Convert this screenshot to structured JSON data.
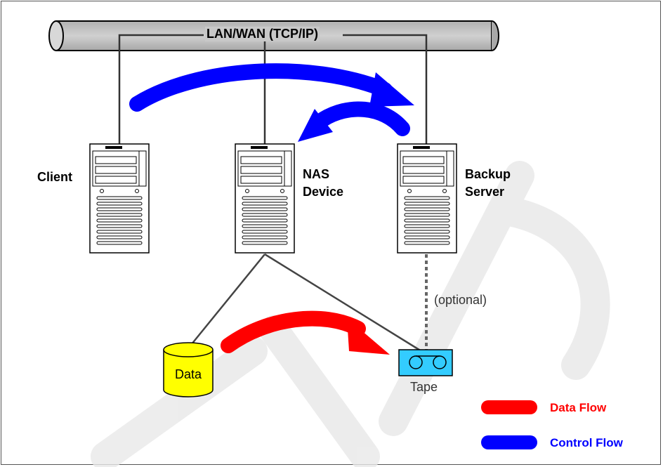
{
  "network": {
    "label": "LAN/WAN (TCP/IP)"
  },
  "nodes": {
    "client": {
      "label": "Client"
    },
    "nas": {
      "label_line1": "NAS",
      "label_line2": "Device"
    },
    "backup": {
      "label_line1": "Backup",
      "label_line2": "Server"
    }
  },
  "storage": {
    "data": {
      "label": "Data"
    },
    "tape": {
      "label": "Tape"
    },
    "optional_link": {
      "label": "(optional)"
    }
  },
  "legend": {
    "data_flow": {
      "label": "Data Flow",
      "color": "#ff0000"
    },
    "control_flow": {
      "label": "Control Flow",
      "color": "#0000ff"
    }
  },
  "colors": {
    "pipe": "#c8c8c8",
    "server_body": "#ffffff",
    "cylinder": "#ffff00",
    "tape": "#33ccff",
    "watermark": "#e6e6e6"
  }
}
